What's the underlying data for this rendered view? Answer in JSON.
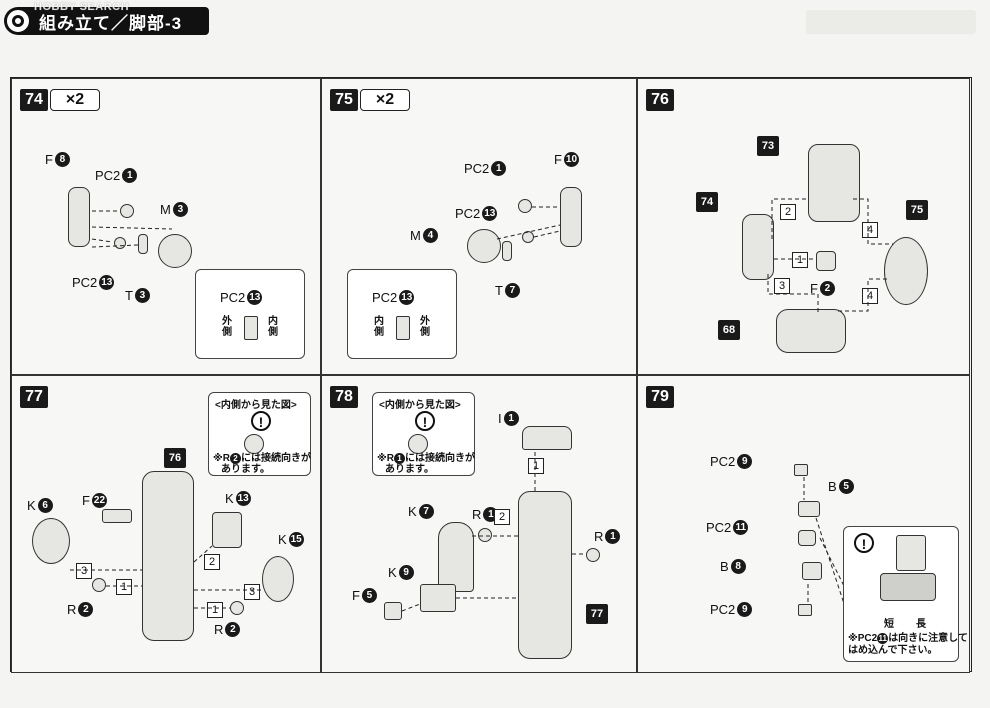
{
  "header": {
    "watermark": "HOBBY SEARCH",
    "title": "組み立て／脚部-3"
  },
  "steps": [
    {
      "number": "74",
      "multiplier": "×2",
      "labels": [
        {
          "text": "F",
          "num": "8"
        },
        {
          "text": "PC2",
          "num": "1"
        },
        {
          "text": "M",
          "num": "3"
        },
        {
          "text": "PC2",
          "num": "13"
        },
        {
          "text": "T",
          "num": "3"
        }
      ],
      "inset": {
        "part": "PC2",
        "num": "13",
        "left": "外側",
        "right": "内側"
      }
    },
    {
      "number": "75",
      "multiplier": "×2",
      "labels": [
        {
          "text": "PC2",
          "num": "1"
        },
        {
          "text": "F",
          "num": "10"
        },
        {
          "text": "PC2",
          "num": "13"
        },
        {
          "text": "M",
          "num": "4"
        },
        {
          "text": "T",
          "num": "7"
        }
      ],
      "inset": {
        "part": "PC2",
        "num": "13",
        "left": "内側",
        "right": "外側"
      }
    },
    {
      "number": "76",
      "refs": [
        "73",
        "74",
        "75",
        "68"
      ],
      "labels": [
        {
          "text": "F",
          "num": "2"
        }
      ],
      "substeps": [
        "2",
        "4",
        "1",
        "3",
        "4"
      ]
    },
    {
      "number": "77",
      "refs": [
        "76"
      ],
      "labels": [
        {
          "text": "K",
          "num": "6"
        },
        {
          "text": "F",
          "num": "22"
        },
        {
          "text": "K",
          "num": "13"
        },
        {
          "text": "K",
          "num": "15"
        },
        {
          "text": "R",
          "num": "2"
        },
        {
          "text": "R",
          "num": "2"
        }
      ],
      "substeps": [
        "3",
        "1",
        "2",
        "1",
        "3"
      ],
      "inset": {
        "title": "<内側から見た図>",
        "note_part1": "※R",
        "note_num": "2",
        "note_part2": "には接続向きが",
        "note_line2": "あります。"
      }
    },
    {
      "number": "78",
      "refs": [
        "77"
      ],
      "labels": [
        {
          "text": "I",
          "num": "1"
        },
        {
          "text": "K",
          "num": "7"
        },
        {
          "text": "R",
          "num": "1"
        },
        {
          "text": "R",
          "num": "1"
        },
        {
          "text": "K",
          "num": "9"
        },
        {
          "text": "F",
          "num": "5"
        }
      ],
      "substeps": [
        "1",
        "2"
      ],
      "inset": {
        "title": "<内側から見た図>",
        "note_part1": "※R",
        "note_num": "1",
        "note_part2": "には接続向きが",
        "note_line2": "あります。"
      }
    },
    {
      "number": "79",
      "labels": [
        {
          "text": "PC2",
          "num": "9"
        },
        {
          "text": "B",
          "num": "5"
        },
        {
          "text": "PC2",
          "num": "11"
        },
        {
          "text": "B",
          "num": "8"
        },
        {
          "text": "PC2",
          "num": "9"
        }
      ],
      "inset": {
        "short": "短",
        "long": "長",
        "note_part1": "※PC2",
        "note_num": "11",
        "note_part2": "は向きに注意して",
        "note_line2": "はめ込んで下さい。"
      }
    }
  ]
}
